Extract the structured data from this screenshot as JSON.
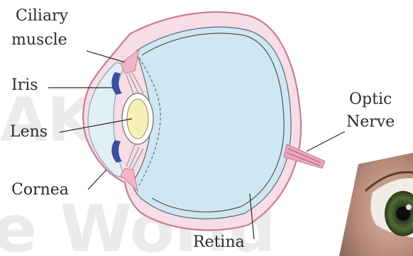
{
  "labels": {
    "ciliary_muscle_line1": "Ciliary",
    "ciliary_muscle_line2": "muscle",
    "iris": "Iris",
    "lens": "Lens",
    "cornea": "Cornea",
    "optic_line1": "Optic",
    "optic_line2": "Nerve",
    "retina": "Retina"
  },
  "watermark": {
    "text_left": "AK",
    "text_bottom": "e World"
  },
  "colors": {
    "sclera": "#f7dde6",
    "vitreous": "#cfe7f2",
    "cornea": "#e2eff6",
    "iris": "#3a4ea3",
    "lens": "#f5f0b8",
    "outline": "#2a2a2a",
    "retina_line": "#555555"
  },
  "icons": {
    "photo": "human-eye-photo"
  }
}
